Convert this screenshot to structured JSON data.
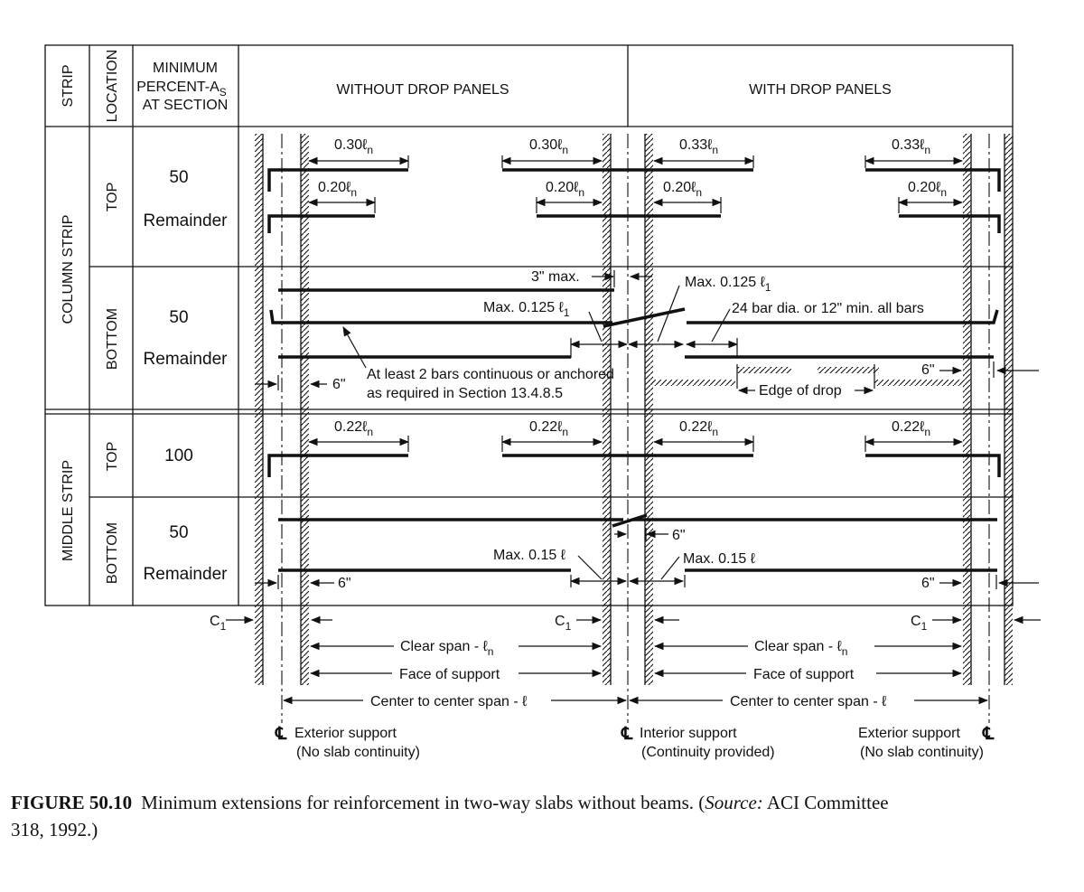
{
  "header": {
    "strip": "STRIP",
    "location": "LOCATION",
    "minimum_line1": "MINIMUM",
    "minimum_line2": "PERCENT-A",
    "minimum_sub": "S",
    "minimum_line3": "AT SECTION",
    "without": "WITHOUT DROP PANELS",
    "with": "WITH DROP PANELS"
  },
  "rows": {
    "column_strip": "COLUMN STRIP",
    "middle_strip": "MIDDLE STRIP",
    "top": "TOP",
    "bottom": "BOTTOM",
    "cs_top_pct1": "50",
    "cs_top_pct2": "Remainder",
    "cs_bot_pct1": "50",
    "cs_bot_pct2": "Remainder",
    "ms_top_pct": "100",
    "ms_bot_pct1": "50",
    "ms_bot_pct2": "Remainder"
  },
  "dims": {
    "d030": "0.30ℓ",
    "d020": "0.20ℓ",
    "d033": "0.33ℓ",
    "d022": "0.22ℓ",
    "sub_n": "n",
    "three_max": "3\" max.",
    "max0125a": "Max. 0.125 ℓ",
    "max0125b": "Max. 0.125 ℓ",
    "sub_1": "1",
    "bar_dia": "24 bar dia. or 12\" min. all bars",
    "two_bars_1": "At least 2 bars continuous or anchored",
    "two_bars_2": "as required in Section 13.4.8.5",
    "six": "6\"",
    "six_arrow": "6\"",
    "edge_drop": "Edge of drop",
    "max015": "Max. 0.15 ℓ"
  },
  "spans": {
    "c1": "C",
    "c1_sub": "1",
    "clear_span": "Clear span - ℓ",
    "clear_sub": "n",
    "face_support": "Face of support",
    "center_span": "Center to center span - ℓ"
  },
  "supports": {
    "cl_symbol": "℄",
    "ext_left_1": "Exterior support",
    "ext_left_2": "(No slab continuity)",
    "int_1": "Interior support",
    "int_2": "(Continuity provided)",
    "ext_right_1": "Exterior support",
    "ext_right_2": "(No slab continuity)"
  },
  "caption": {
    "label": "FIGURE 50.10",
    "text_a": "Minimum extensions for reinforcement in two-way slabs without beams. (",
    "source_word": "Source:",
    "text_b": " ACI Committee",
    "line2": "318, 1992.)"
  }
}
